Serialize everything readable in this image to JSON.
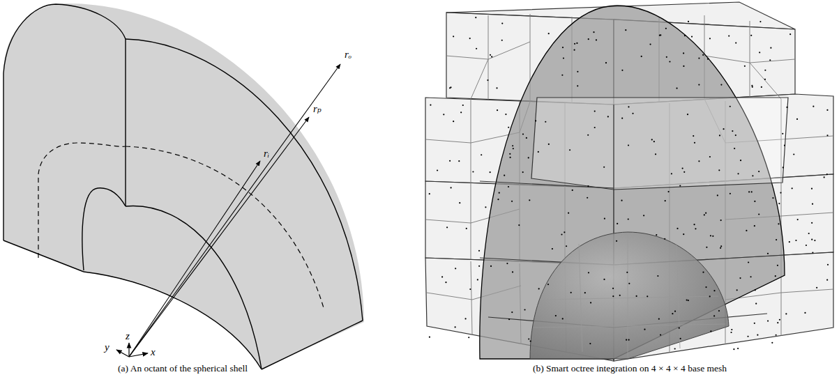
{
  "diagram": {
    "labels": [
      "rₒ",
      "rₚ",
      "rᵢ",
      "z",
      "y",
      "x",
      "(a) An octant of the spherical shell",
      "(b) Smart octree integration on 4 × 4 × 4 base mesh"
    ]
  }
}
